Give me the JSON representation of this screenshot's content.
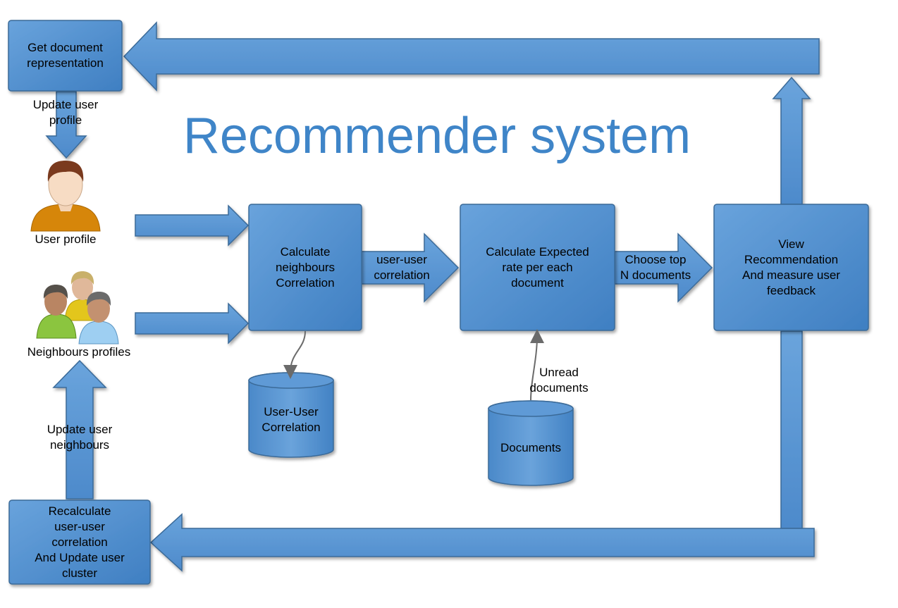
{
  "title": "Recommender system",
  "colors": {
    "box_fill": "#4f8fd0",
    "box_stroke": "#3a6a98",
    "arrow_fill": "#5b98d6",
    "title": "#3f85c8",
    "connector": "#6b6b6b"
  },
  "boxes": {
    "get_doc": "Get document\nrepresentation",
    "calc_neighbours": "Calculate\nneighbours\nCorrelation",
    "calc_expected": "Calculate Expected\nrate per each\ndocument",
    "view_rec": "View\nRecommendation\nAnd measure user\nfeedback",
    "recalculate": "Recalculate\nuser-user\ncorrelation\nAnd Update user\ncluster"
  },
  "databases": {
    "user_user": "User-User\nCorrelation",
    "documents": "Documents"
  },
  "arrow_labels": {
    "update_profile": "Update user\nprofile",
    "user_user_corr": "user-user\ncorrelation",
    "choose_top": "Choose top\nN documents",
    "unread": "Unread\ndocuments",
    "update_neighbours": "Update user\nneighbours"
  },
  "actors": {
    "user_profile": "User profile",
    "neighbours_profiles": "Neighbours profiles"
  }
}
